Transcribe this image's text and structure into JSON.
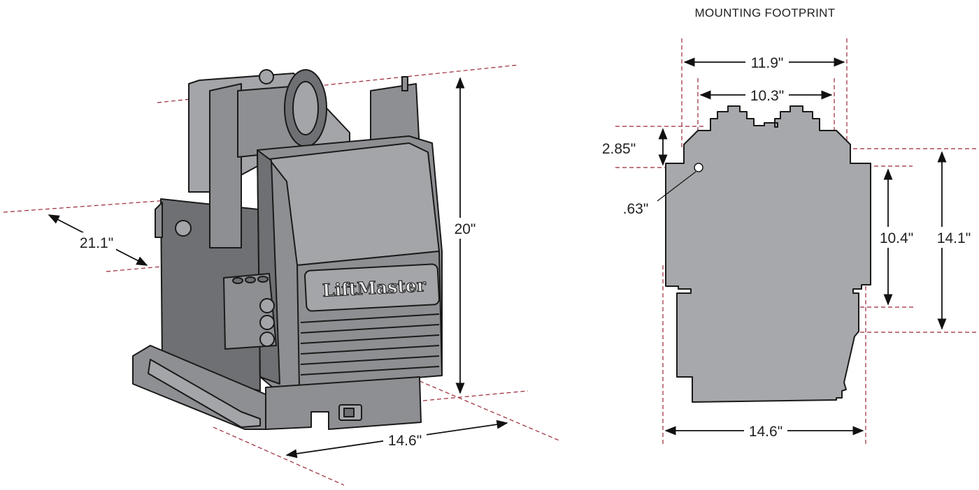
{
  "footprint": {
    "caption": "MOUNTING FOOTPRINT",
    "dims": {
      "top_width": "11.9\"",
      "inner_width": "10.3\"",
      "offset": "2.85\"",
      "hole": ".63\"",
      "mid_height": "10.4\"",
      "total_height": "14.1\"",
      "bottom_width": "14.6\""
    }
  },
  "unit": {
    "brand": "LiftMaster",
    "dims": {
      "height": "20\"",
      "depth": "21.1\"",
      "width": "14.6\""
    }
  },
  "colors": {
    "body": "#8e8f92",
    "guide": "#9a2737",
    "footprint": "#a7a8ab"
  }
}
